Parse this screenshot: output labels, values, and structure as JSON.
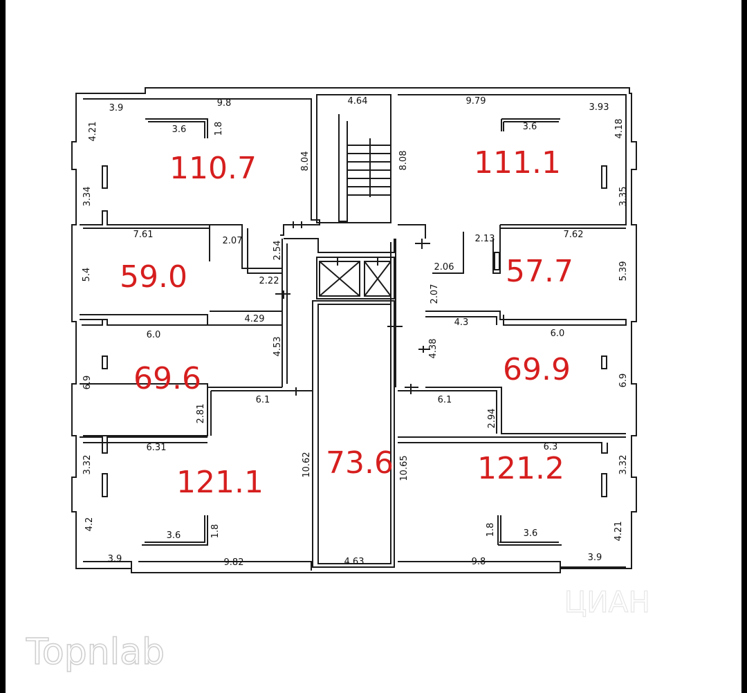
{
  "watermark": {
    "topnlab": "Topnlab",
    "cian": "ЦИАН"
  },
  "colors": {
    "area_text": "#d61e1e",
    "walls": "#1a1a1a"
  },
  "areas": {
    "a_110_7": "110.7",
    "a_111_1": "111.1",
    "a_59_0": "59.0",
    "a_57_7": "57.7",
    "a_69_6": "69.6",
    "a_69_9": "69.9",
    "a_73_6": "73.6",
    "a_121_1": "121.1",
    "a_121_2": "121.2"
  },
  "dims": {
    "d_3_9_tl": "3.9",
    "d_9_8_tl": "9.8",
    "d_4_64": "4.64",
    "d_9_79": "9.79",
    "d_3_93": "3.93",
    "d_4_21_tl": "4.21",
    "d_3_6_tl": "3.6",
    "d_1_8_tl": "1.8",
    "d_8_04": "8.04",
    "d_8_08": "8.08",
    "d_3_6_tr": "3.6",
    "d_4_18": "4.18",
    "d_3_34": "3.34",
    "d_3_35": "3.35",
    "d_7_61": "7.61",
    "d_2_07_l": "2.07",
    "d_2_54": "2.54",
    "d_2_13": "2.13",
    "d_7_62": "7.62",
    "d_5_4": "5.4",
    "d_2_22": "2.22",
    "d_2_06": "2.06",
    "d_2_07_r": "2.07",
    "d_5_39": "5.39",
    "d_4_29": "4.29",
    "d_6_0_l": "6.0",
    "d_4_53": "4.53",
    "d_4_3": "4.3",
    "d_6_0_r": "6.0",
    "d_4_38": "4.38",
    "d_6_9_l": "6.9",
    "d_6_9_r": "6.9",
    "d_2_81": "2.81",
    "d_6_1_l": "6.1",
    "d_6_1_r": "6.1",
    "d_2_94": "2.94",
    "d_6_31": "6.31",
    "d_6_3": "6.3",
    "d_3_32_l": "3.32",
    "d_10_62": "10.62",
    "d_10_65": "10.65",
    "d_3_32_r": "3.32",
    "d_4_2": "4.2",
    "d_3_6_bl": "3.6",
    "d_1_8_bl": "1.8",
    "d_1_8_br": "1.8",
    "d_3_6_br": "3.6",
    "d_4_21_br": "4.21",
    "d_3_9_bl": "3.9",
    "d_9_82": "9.82",
    "d_4_63": "4.63",
    "d_9_8_br": "9.8",
    "d_3_9_br": "3.9"
  }
}
